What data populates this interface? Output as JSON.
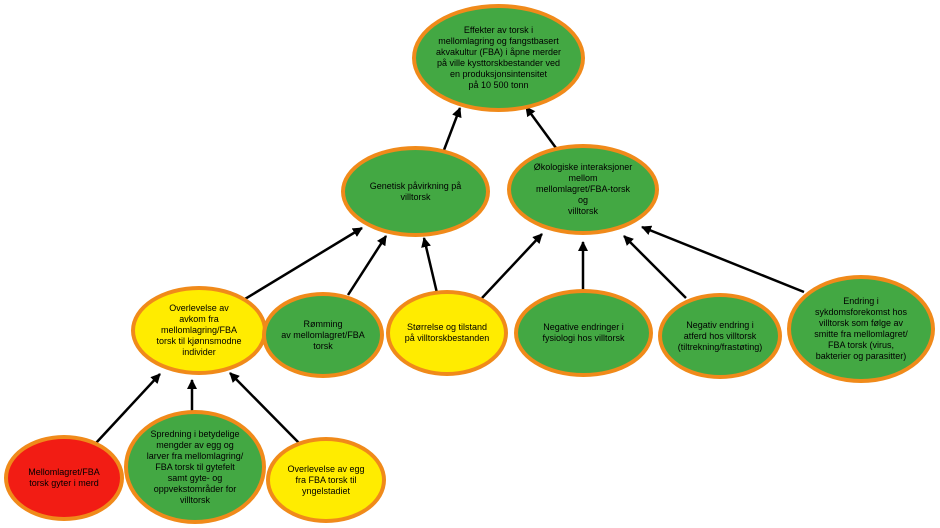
{
  "diagram": {
    "colors": {
      "green": "#43a843",
      "yellow": "#ffec00",
      "red": "#f21c14",
      "border": "#f08a1a",
      "arrow": "#000000"
    },
    "nodes": {
      "effekter": "Effekter av torsk i\nmellomlagring og fangstbasert\nakvakultur (FBA) i åpne merder\npå ville kysttorskbestander ved\nen produksjonsintensitet\npå 10 500 tonn",
      "genetisk": "Genetisk påvirkning på\nvilltorsk",
      "okologiske": "Økologiske interaksjoner\nmellom\nmellomlagret/FBA-torsk\nog\nvilltorsk",
      "overlevelse_avkom": "Overlevelse av\navkom fra\nmellomlagring/FBA\ntorsk til kjønnsmodne\nindivider",
      "romming": "Rømming\nav mellomlagret/FBA\ntorsk",
      "storrelse": "Størrelse og tilstand\npå villtorskbestanden",
      "negative_fysiologi": "Negative endringer i\nfysiologi hos villtorsk",
      "negativ_atferd": "Negativ endring i\natferd hos villtorsk\n(tiltrekning/frastøting)",
      "sykdom": "Endring i\nsykdomsforekomst hos\nvilltorsk som følge av\nsmitte fra mellomlagret/\nFBA torsk (virus,\nbakterier og parasitter)",
      "gyter": "Mellomlagret/FBA\ntorsk gyter i merd",
      "spredning": "Spredning i betydelige\nmengder av egg og\nlarver fra mellomlagring/\nFBA torsk til gytefelt\nsamt gyte- og\noppvekstområder for\nvilltorsk",
      "overlevelse_egg": "Overlevelse av egg\nfra FBA torsk til\nyngelstadiet"
    }
  }
}
